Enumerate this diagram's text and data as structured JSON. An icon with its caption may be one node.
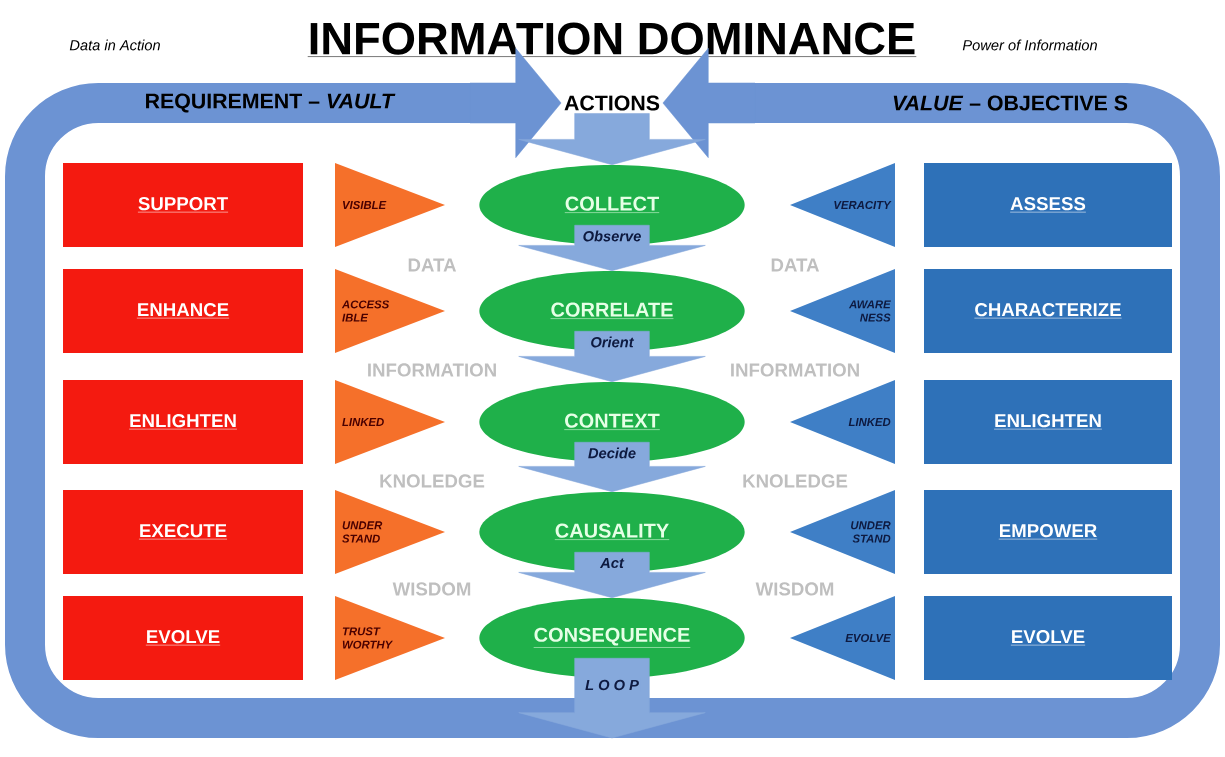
{
  "diagram": {
    "title": "INFORMATION DOMINANCE",
    "nodes": [
      {
        "text": [
          "REQUIREMENT – *VAULT*"
        ]
      },
      {
        "text": [
          "ACTIONS"
        ]
      },
      {
        "text": [
          "*VALUE* – OBJECTIVE S"
        ]
      },
      {
        "text": [
          "SUPPORT"
        ]
      },
      {
        "text": [
          "VISIBLE"
        ]
      },
      {
        "text": [
          "COLLECT"
        ]
      },
      {
        "text": [
          "VERACITY"
        ]
      },
      {
        "text": [
          "ASSESS"
        ]
      },
      {
        "text": [
          "ENHANCE"
        ]
      },
      {
        "text": [
          "ACCESS IBLE"
        ]
      },
      {
        "text": [
          "CORRELATE"
        ]
      },
      {
        "text": [
          "AWARE NESS"
        ]
      },
      {
        "text": [
          "CHARACTERIZE"
        ]
      },
      {
        "text": [
          "ENLIGHTEN"
        ]
      },
      {
        "text": [
          "LINKED"
        ]
      },
      {
        "text": [
          "CONTEXT"
        ]
      },
      {
        "text": [
          "LINKED"
        ]
      },
      {
        "text": [
          "ENLIGHTEN"
        ]
      },
      {
        "text": [
          "EXECUTE"
        ]
      },
      {
        "text": [
          "UNDER STAND"
        ]
      },
      {
        "text": [
          "CAUSALITY"
        ]
      },
      {
        "text": [
          "UNDER STAND"
        ]
      },
      {
        "text": [
          "EMPOWER"
        ]
      },
      {
        "text": [
          "EVOLVE"
        ]
      },
      {
        "text": [
          "TRUST WORTHY"
        ]
      },
      {
        "text": [
          "CONSEQUENCE"
        ]
      },
      {
        "text": [
          "EVOLVE"
        ]
      },
      {
        "text": [
          "EVOLVE"
        ]
      }
    ],
    "edges": [
      {
        "from": null,
        "to": 1,
        "arrow": "to"
      },
      {
        "from": null,
        "to": 1,
        "arrow": "to"
      },
      {
        "from": 1,
        "to": 5,
        "arrow": "to"
      },
      {
        "from": 5,
        "to": 10,
        "arrow": "to",
        "label": "Observe"
      },
      {
        "from": 10,
        "to": 15,
        "arrow": "to",
        "label": "Orient"
      },
      {
        "from": 15,
        "to": 20,
        "arrow": "to",
        "label": "Decide"
      },
      {
        "from": 20,
        "to": 25,
        "arrow": "to",
        "label": "Act"
      },
      {
        "from": 25,
        "to": null,
        "arrow": "to",
        "label": "L O O P"
      }
    ],
    "labels": [
      "Data in Action",
      "Power of Information",
      "DATA",
      "DATA",
      "INFORMATION",
      "INFORMATION",
      "KNOLEDGE",
      "KNOLEDGE",
      "WISDOM",
      "WISDOM"
    ]
  }
}
